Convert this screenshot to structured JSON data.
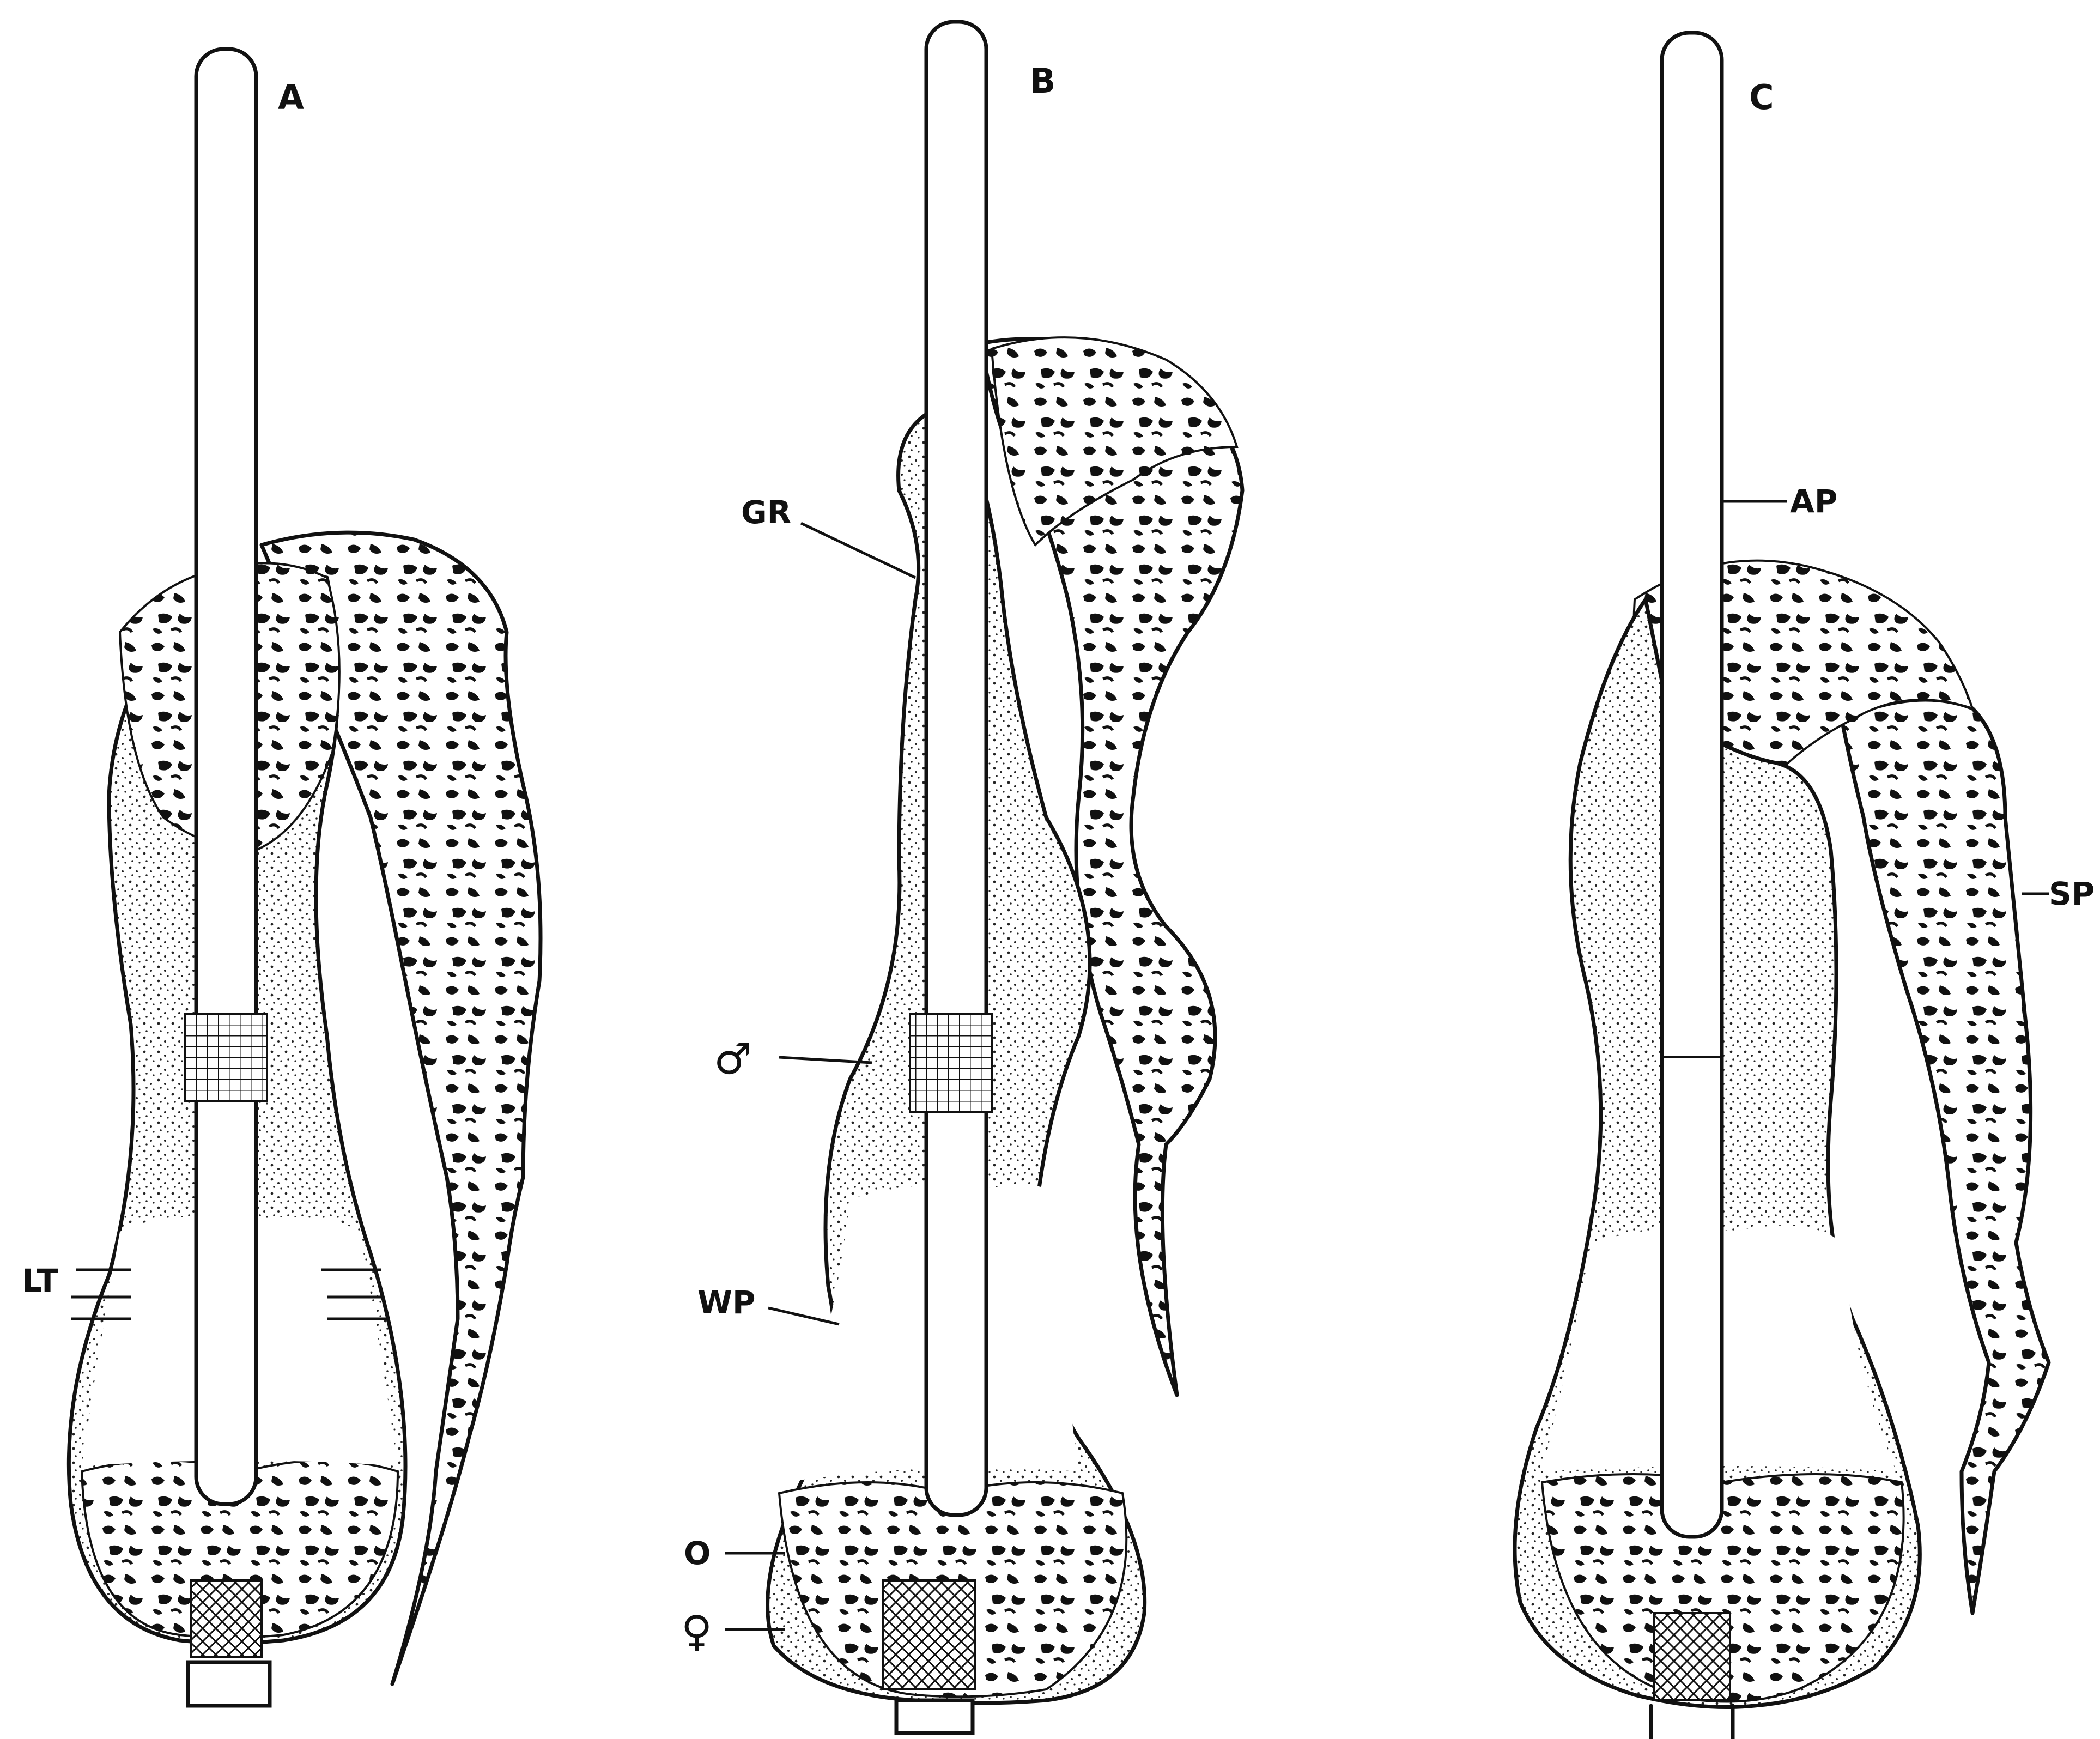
{
  "panels": {
    "a": {
      "label": "A",
      "labels": {
        "lt": "LT"
      }
    },
    "b": {
      "label": "B",
      "labels": {
        "gr": "GR",
        "male": "♂",
        "wp": "WP",
        "o": "O",
        "female": "♀"
      }
    },
    "c": {
      "label": "C",
      "labels": {
        "ap": "AP",
        "sp": "SP"
      }
    }
  }
}
